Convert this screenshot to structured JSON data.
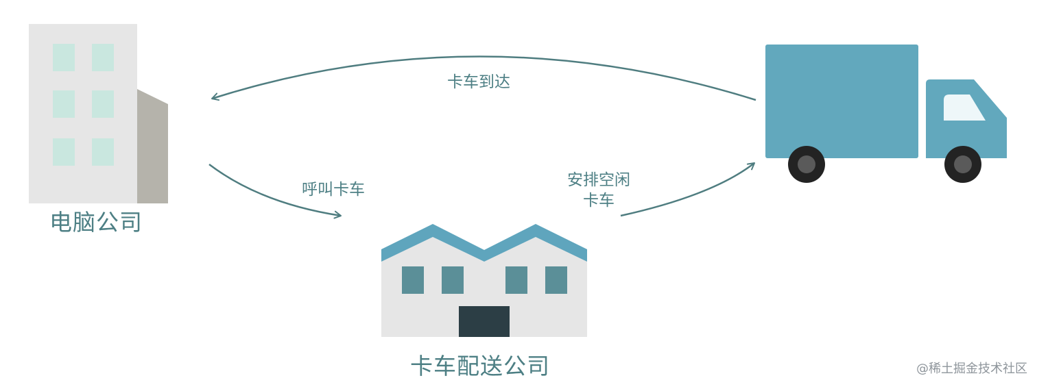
{
  "nodes": {
    "computer_company": {
      "label": "电脑公司",
      "icon": "office-building-icon"
    },
    "truck_company": {
      "label": "卡车配送公司",
      "icon": "warehouse-icon"
    },
    "truck": {
      "icon": "delivery-truck-icon"
    }
  },
  "edges": {
    "call_truck": {
      "label": "呼叫卡车"
    },
    "assign_truck": {
      "line1": "安排空闲",
      "line2": "卡车"
    },
    "truck_arrives": {
      "label": "卡车到达"
    }
  },
  "watermark": "@稀土掘金技术社区",
  "colors": {
    "arrow": "#4f7d80",
    "label": "#4d7f84",
    "truck_body": "#62a8bd",
    "roof": "#5fa5bd",
    "window_building": "#c9e7df",
    "window_warehouse": "#5b8f98"
  }
}
